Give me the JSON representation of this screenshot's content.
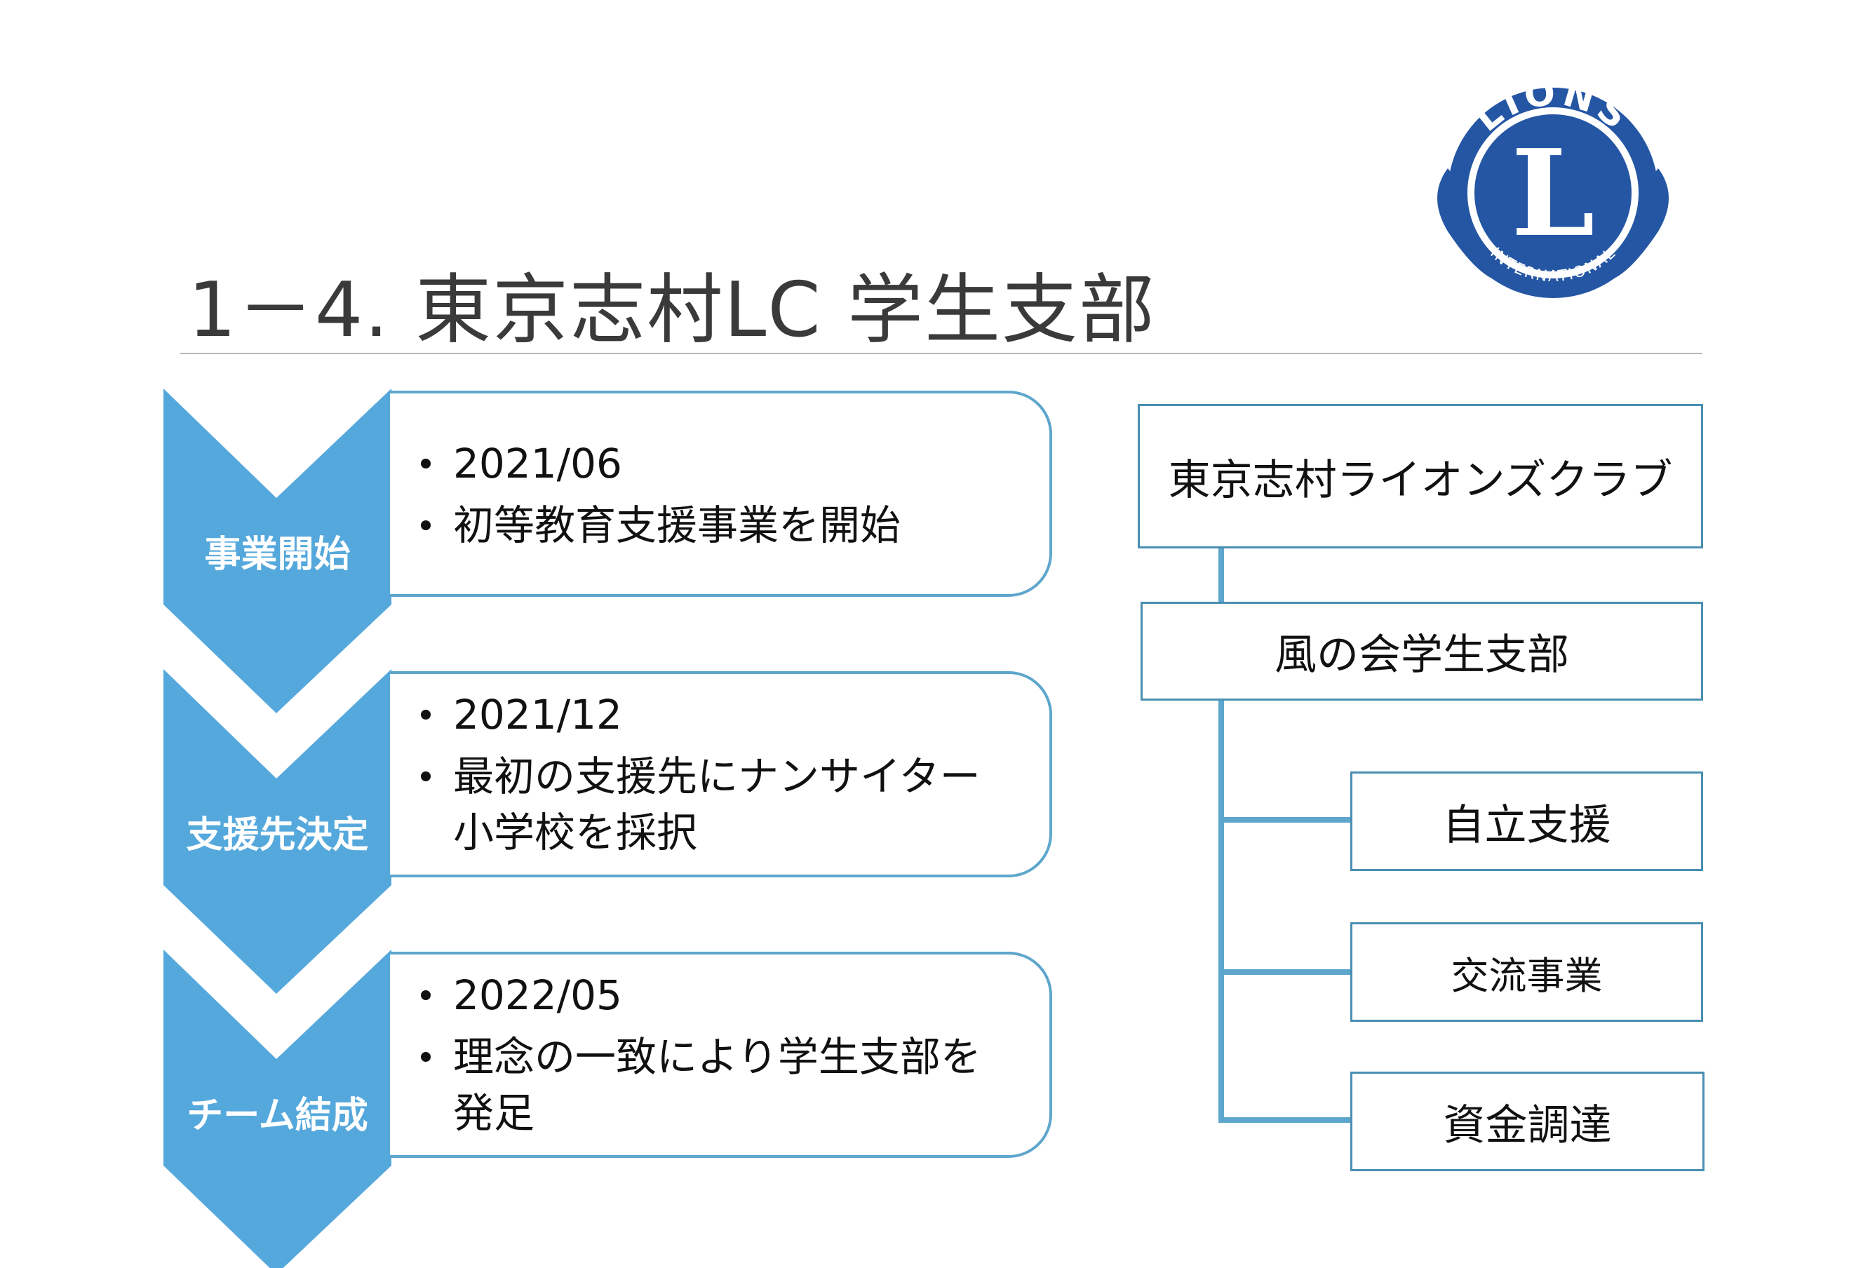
{
  "slide": {
    "title": "1－4. 東京志村LC 学生支部",
    "logo": {
      "top_text": "LIONS",
      "center_text": "L",
      "bottom_text": "INTERNATIONAL",
      "color": "#2456a4"
    }
  },
  "timeline": [
    {
      "label": "事業開始",
      "bullets": [
        "2021/06",
        "初等教育支援事業を開始"
      ]
    },
    {
      "label": "支援先決定",
      "bullets": [
        "2021/12",
        "最初の支援先にナンサイター小学校を採択"
      ]
    },
    {
      "label": "チーム結成",
      "bullets": [
        "2022/05",
        "理念の一致により学生支部を発足"
      ]
    }
  ],
  "org_chart": {
    "root": "東京志村ライオンズクラブ",
    "branch": "風の会学生支部",
    "children": [
      "自立支援",
      "交流事業",
      "資金調達"
    ]
  },
  "colors": {
    "chevron": "#55a8dc",
    "border": "#5ea6cc",
    "logo": "#2456a4"
  }
}
